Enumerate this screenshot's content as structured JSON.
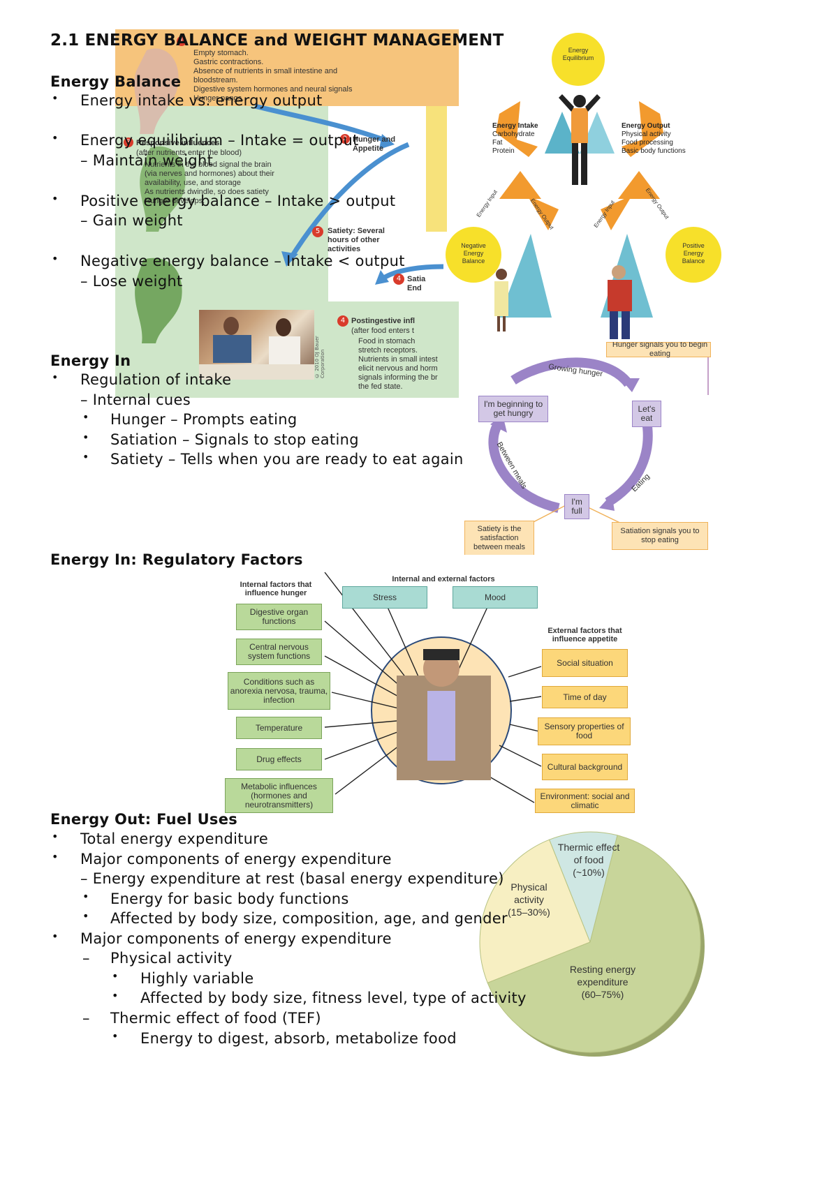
{
  "title": "2.1 ENERGY BALANCE and WEIGHT MANAGEMENT",
  "section_balance": {
    "heading": "Energy Balance",
    "items": [
      "Energy intake vs. energy output",
      "Energy equilibrium – Intake = output",
      "– Maintain weight",
      "Positive energy balance – Intake > output",
      "– Gain weight",
      "Negative energy balance – Intake < output",
      "– Lose weight"
    ]
  },
  "section_in": {
    "heading": "Energy In",
    "items": [
      "Regulation of intake",
      "– Internal cues",
      "Hunger – Prompts eating",
      "Satiation – Signals to stop eating",
      "Satiety – Tells when you are ready to eat again"
    ]
  },
  "section_factors": {
    "heading": "Energy In: Regulatory Factors"
  },
  "section_out": {
    "heading": "Energy Out: Fuel Uses",
    "items": [
      "Total energy expenditure",
      "Major components of energy expenditure",
      "– Energy expenditure at rest (basal energy expenditure)",
      "Energy for basic body functions",
      "Affected by body size, composition, age, and gender",
      "Major components of energy expenditure",
      "Physical activity",
      "Highly variable",
      "Affected by body size, fitness level, type of activity",
      "Thermic effect of food (TEF)",
      "Energy to digest, absorb, metabolize food"
    ]
  },
  "fig_hunger": {
    "top_items": [
      "Empty stomach.",
      "Gastric contractions.",
      "Absence of nutrients in small intestine and",
      "bloodstream.",
      "Digestive system hormones and neural signals",
      "Hunger pangs."
    ],
    "responsive": "Responsive influences",
    "responsive_sub": "(after nutrients enter the blood)",
    "responsive_items": [
      "Nutrients in the blood signal the brain",
      "(via nerves and hormones) about their",
      "availability, use, and storage",
      "As nutrients dwindle, so does satiety",
      "Hunger develops."
    ],
    "hunger_label": "Hunger and Appetite",
    "satiety_num": "5",
    "satiety_label": "Satiety: Several hours of other activities",
    "satiation_num": "4",
    "satiation_label": "Satia End",
    "post_num": "4",
    "post_label": "Postingestive infl",
    "post_sub": "(after food enters t",
    "post_items": [
      "Food in stomach",
      "stretch receptors.",
      "Nutrients in small intest",
      "elicit nervous and horm",
      "signals informing the br",
      "the fed state."
    ],
    "copyright": "© 2010 OJ Bauer Corporation",
    "hunger_num": "1",
    "responsive_num": "3",
    "hunger_q_num": "2"
  },
  "fig_balance": {
    "equilibrium": "Energy Equilibrium",
    "intake_title": "Energy Intake",
    "intake_items": [
      "Carbohydrate",
      "Fat",
      "Protein"
    ],
    "output_title": "Energy Output",
    "output_items": [
      "Physical activity",
      "Food processing",
      "Basic body functions"
    ],
    "negative": "Negative Energy Balance",
    "positive": "Positive Energy Balance",
    "arrow_labels": [
      "Energy Input",
      "Energy Output",
      "Energy Input",
      "Energy Output"
    ]
  },
  "fig_cycle": {
    "top_box": "Hunger signals you to begin eating",
    "growing": "Growing hunger",
    "beginning": "I'm beginning to get hungry",
    "lets_eat": "Let's eat",
    "between": "Between meals",
    "eating": "Eating",
    "full": "I'm full",
    "satiety": "Satiety is the satisfaction between meals",
    "satiation": "Satiation signals you to stop eating"
  },
  "fig_factors": {
    "internal_title": "Internal factors that influence hunger",
    "both_title": "Internal and external factors",
    "external_title": "External factors that influence appetite",
    "internal": [
      "Digestive organ functions",
      "Central nervous system functions",
      "Conditions such as anorexia nervosa, trauma, infection",
      "Temperature",
      "Drug effects",
      "Metabolic influences (hormones and neurotransmitters)"
    ],
    "both": [
      "Stress",
      "Mood"
    ],
    "external": [
      "Social situation",
      "Time of day",
      "Sensory properties of food",
      "Cultural background",
      "Environment: social and climatic"
    ]
  },
  "fig_pie": {
    "chart_data": {
      "type": "pie",
      "slices": [
        {
          "label": "Resting energy expenditure",
          "range": "(60–75%)",
          "value": 65,
          "color": "#c8d59a"
        },
        {
          "label": "Physical activity",
          "range": "(15–30%)",
          "value": 25,
          "color": "#f7efc2"
        },
        {
          "label": "Thermic effect of food",
          "range": "(~10%)",
          "value": 10,
          "color": "#cfe7e3"
        }
      ]
    }
  },
  "colors": {
    "green_panel": "#cfe6c9",
    "orange_panel": "#f6c47c",
    "yellow": "#f7e27b",
    "orange_arrow": "#f29a2e",
    "blue_arrow": "#4a90d0",
    "teal_cone": "#6fbfd1",
    "lavender": "#d3c8e6",
    "peach": "#fde3b5",
    "green_box": "#b9d99a",
    "teal_box": "#a9dbd3",
    "pie_green": "#c8d59a",
    "pie_yellow": "#f7efc2",
    "pie_teal": "#cfe7e3"
  }
}
